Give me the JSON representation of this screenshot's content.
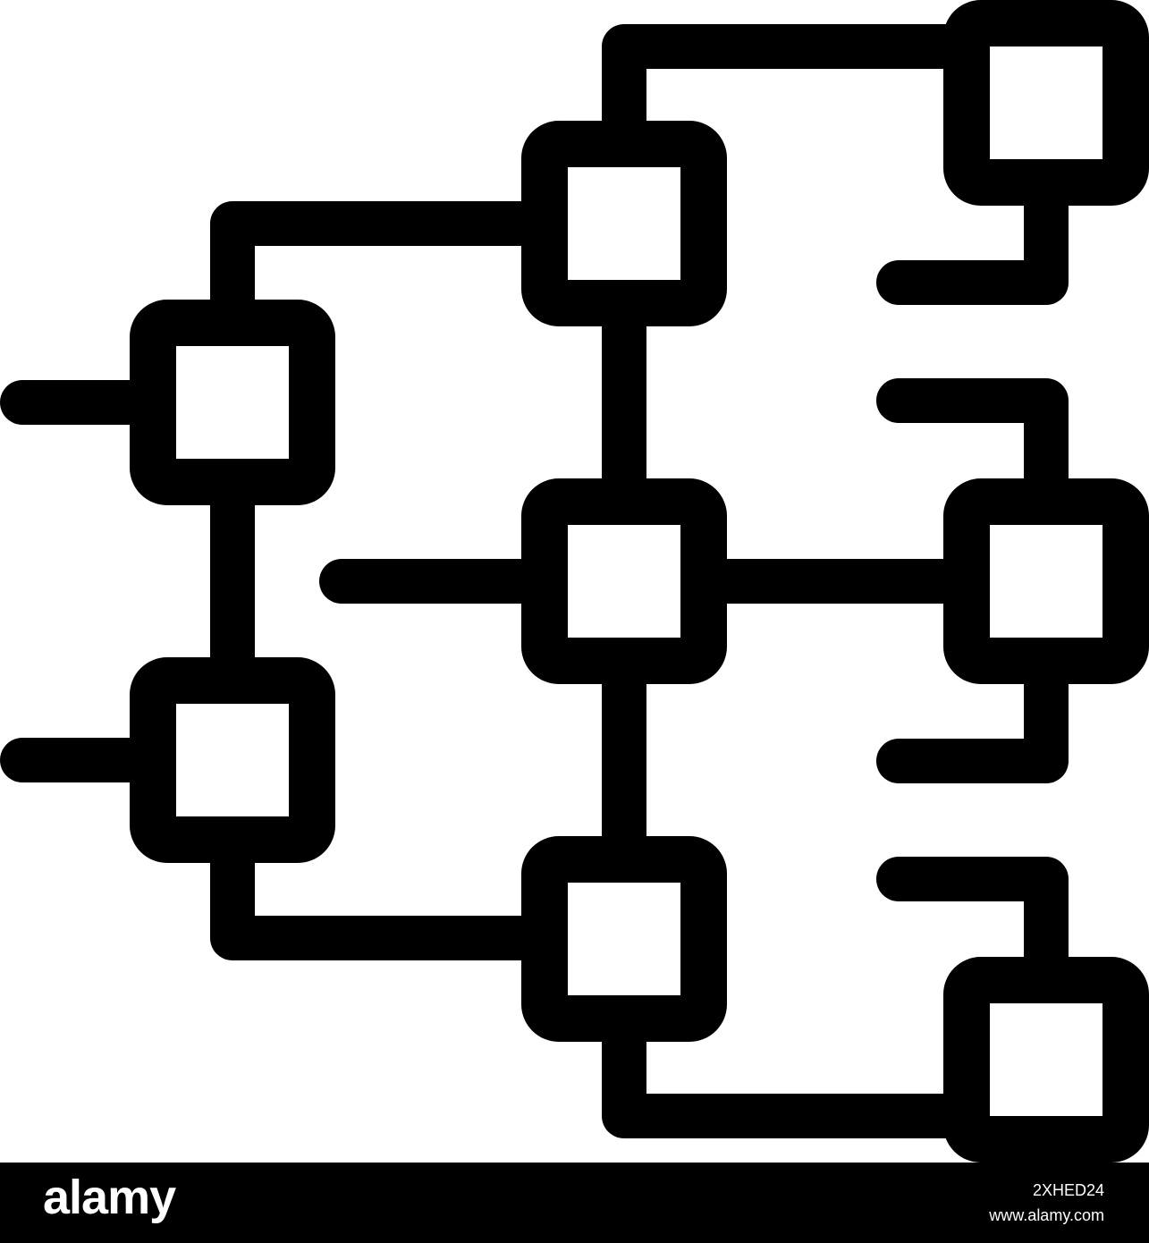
{
  "diagram": {
    "type": "hierarchy-bracket-icon",
    "stroke_color": "#000000",
    "fill_color": "#ffffff",
    "nodes": [
      {
        "id": "node-left-top",
        "label": ""
      },
      {
        "id": "node-left-bottom",
        "label": ""
      },
      {
        "id": "node-mid-top",
        "label": ""
      },
      {
        "id": "node-mid-center",
        "label": ""
      },
      {
        "id": "node-mid-bottom",
        "label": ""
      },
      {
        "id": "node-right-top",
        "label": ""
      },
      {
        "id": "node-right-center",
        "label": ""
      },
      {
        "id": "node-right-bottom",
        "label": ""
      }
    ]
  },
  "watermark": {
    "brand": "alamy",
    "image_id": "2XHED24",
    "url": "www.alamy.com",
    "background": "#000000",
    "text_color": "#ffffff"
  }
}
